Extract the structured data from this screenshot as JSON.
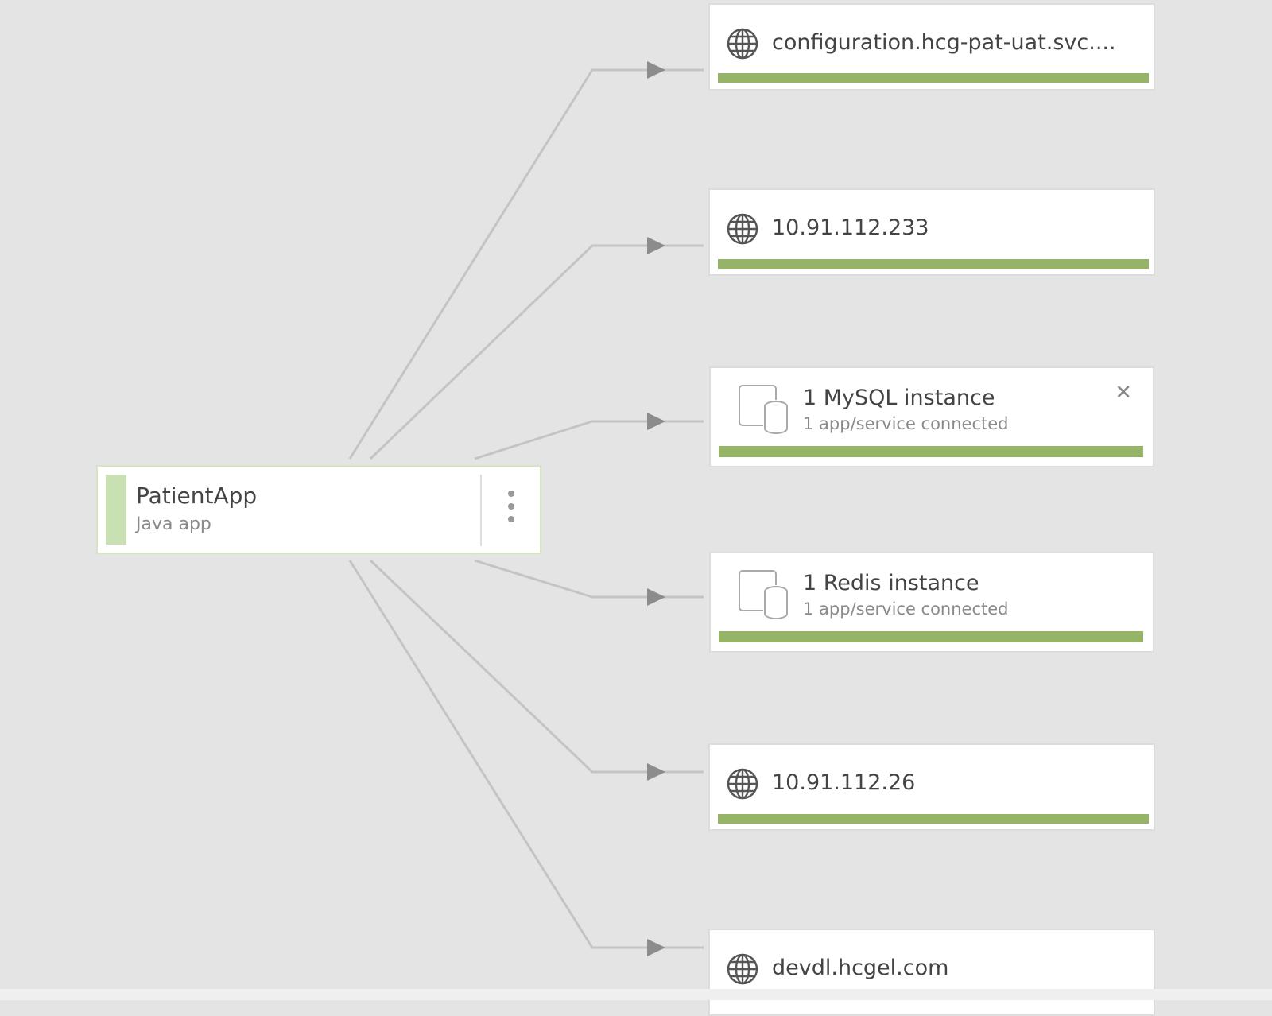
{
  "app": {
    "name": "PatientApp",
    "type": "Java app",
    "menu_icon": "vertical-ellipsis-icon",
    "health_color": "#c9e0b2"
  },
  "dependencies": [
    {
      "kind": "external",
      "icon": "globe-icon",
      "label": "configuration.hcg-pat-uat.svc...."
    },
    {
      "kind": "external",
      "icon": "globe-icon",
      "label": "10.91.112.233"
    },
    {
      "kind": "service",
      "icon": "database-icon",
      "label": "1 MySQL instance",
      "sublabel": "1 app/service connected",
      "close_icon": "close-icon"
    },
    {
      "kind": "service",
      "icon": "database-icon",
      "label": "1 Redis instance",
      "sublabel": "1 app/service connected"
    },
    {
      "kind": "external",
      "icon": "globe-icon",
      "label": "10.91.112.26"
    },
    {
      "kind": "external",
      "icon": "globe-icon",
      "label": "devdl.hcgel.com"
    }
  ],
  "colors": {
    "background": "#e4e4e4",
    "health_ok": "#96b467",
    "edge": "#c4c4c4",
    "arrow": "#8c8c8c"
  }
}
